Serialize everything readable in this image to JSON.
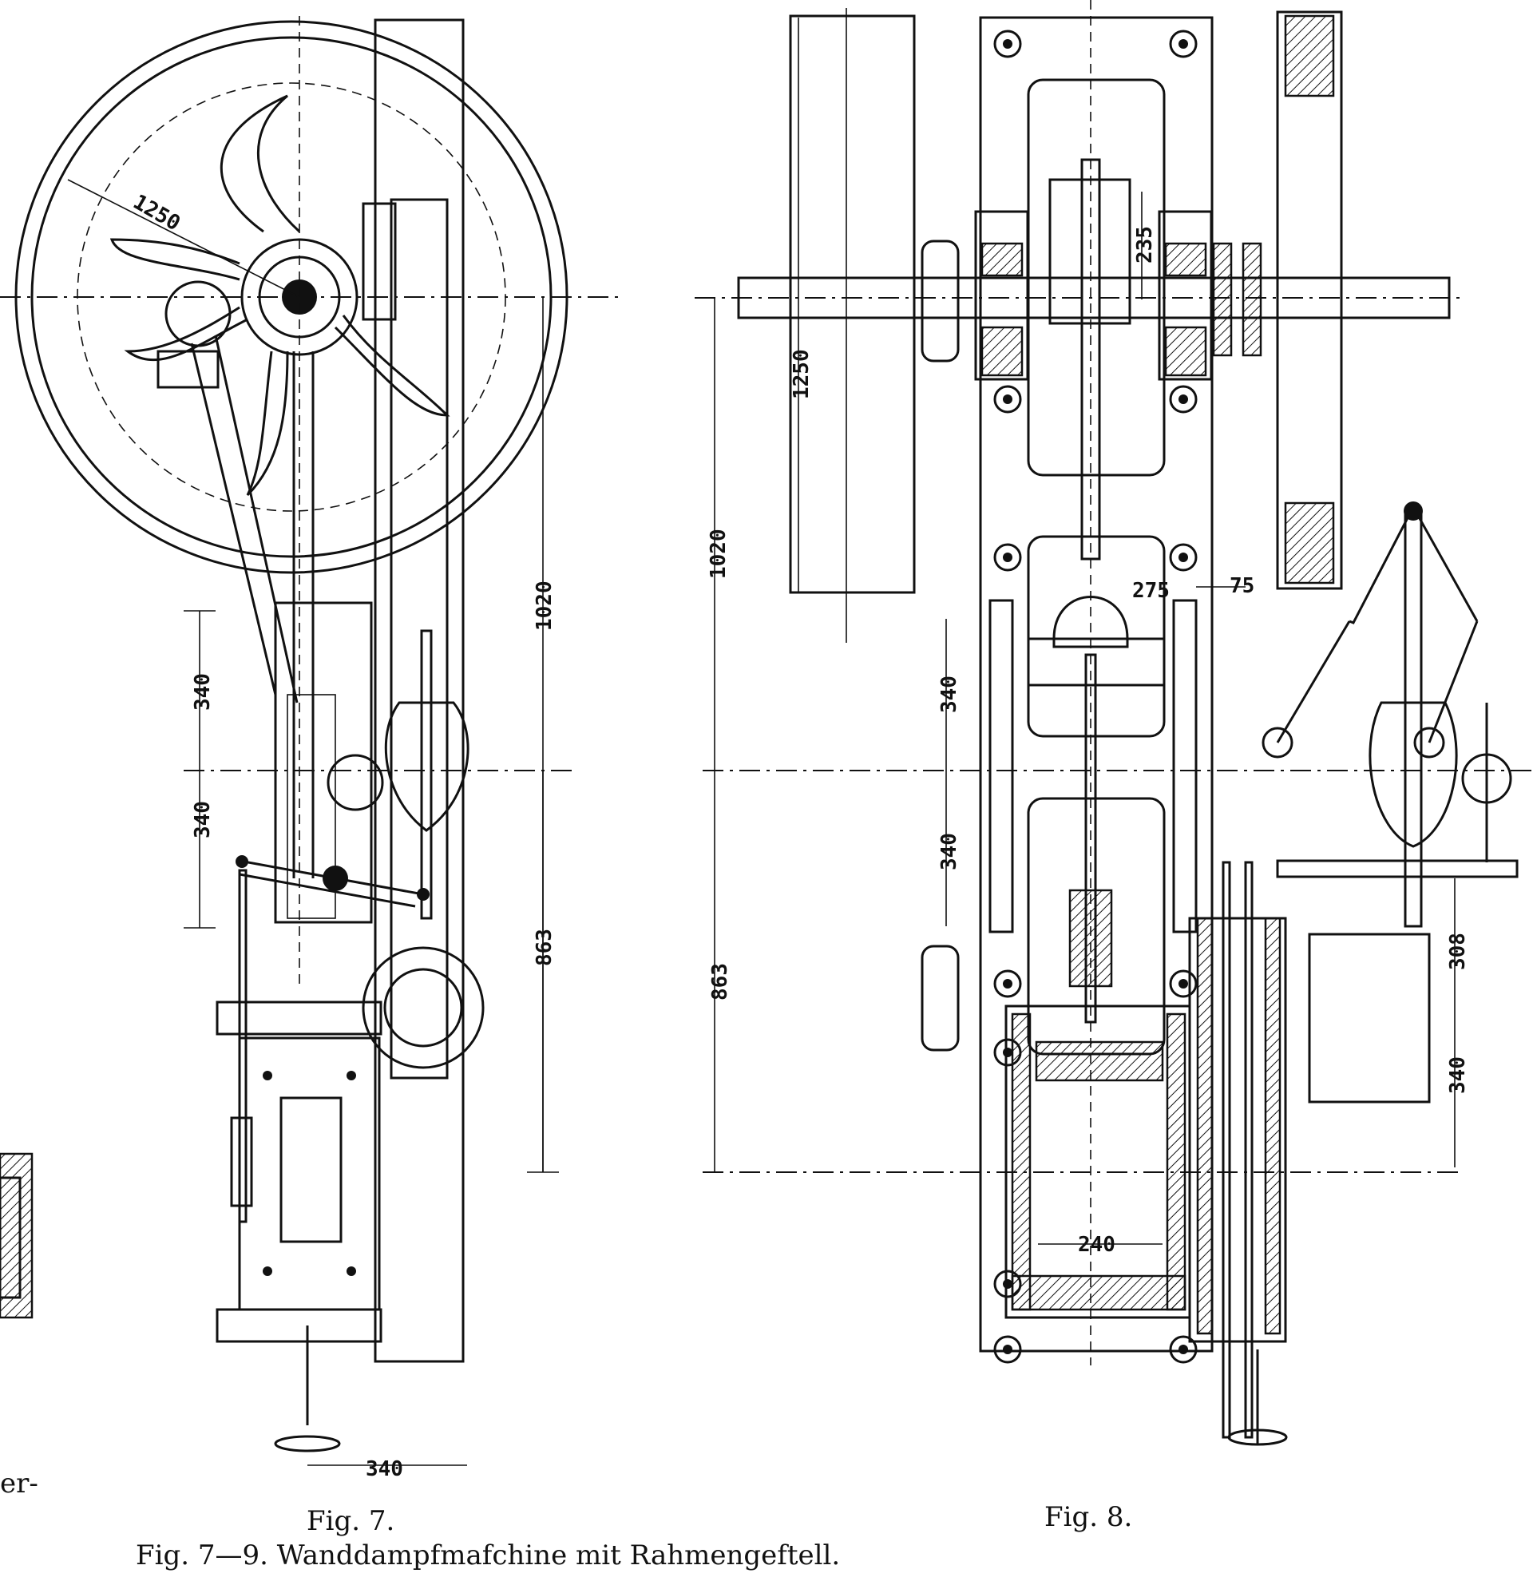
{
  "caption": {
    "main": "Fig. 7—9.   Wanddampfmafchine mit Rahmengeftell.",
    "fig7": "Fig. 7.",
    "fig8": "Fig. 8.",
    "left_fragment": "er-"
  },
  "fig7": {
    "dimensions": {
      "flywheel_radius": "1250",
      "shaft_height": "1020",
      "frame_height": "863",
      "stroke_upper": "340",
      "stroke_lower": "340",
      "base_width": "340"
    }
  },
  "fig8": {
    "dimensions": {
      "flywheel_width": "1250",
      "shaft_height": "1020",
      "frame_height": "863",
      "stroke_upper": "340",
      "stroke_lower": "340",
      "crank_offset": "235",
      "crosshead": "275",
      "guide_offset": "75",
      "governor_height": "308",
      "governor_base": "340",
      "cylinder_bore": "240"
    }
  }
}
